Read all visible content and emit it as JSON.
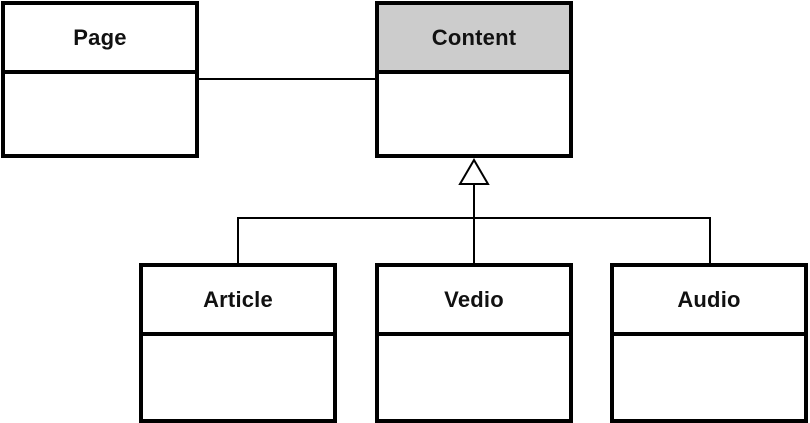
{
  "diagram": {
    "classes": {
      "page": {
        "name": "Page"
      },
      "content": {
        "name": "Content"
      },
      "article": {
        "name": "Article"
      },
      "vedio": {
        "name": "Vedio"
      },
      "audio": {
        "name": "Audio"
      }
    },
    "relationships": [
      {
        "type": "association",
        "from": "Page",
        "to": "Content"
      },
      {
        "type": "generalization",
        "from": "Article",
        "to": "Content"
      },
      {
        "type": "generalization",
        "from": "Vedio",
        "to": "Content"
      },
      {
        "type": "generalization",
        "from": "Audio",
        "to": "Content"
      }
    ],
    "colors": {
      "line": "#000000",
      "background": "#ffffff",
      "highlight_header": "#cccccc"
    }
  }
}
